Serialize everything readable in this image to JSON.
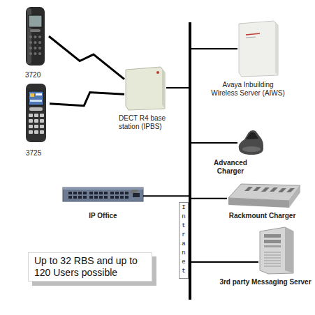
{
  "diagram": {
    "nodes": [
      {
        "text": [
          "3720"
        ]
      },
      {
        "text": [
          "Avaya Inbuilding Wireless Server (AIWS)"
        ]
      },
      {
        "text": [
          "DECT R4 base station (IPBS)"
        ]
      },
      {
        "text": [
          "3725"
        ]
      },
      {
        "text": [
          "Advanced Charger"
        ]
      },
      {
        "text": [
          "IP Office"
        ]
      },
      {
        "text": [
          "Rackmount Charger"
        ]
      },
      {
        "text": [
          "Intranet"
        ]
      },
      {
        "text": [
          "Up to 32 RBS and up to 120 Users possible"
        ]
      },
      {
        "text": [
          "3rd party Messaging Server"
        ]
      }
    ],
    "edges": [
      {
        "from": 0,
        "to": 2,
        "arrow": "none"
      },
      {
        "from": 3,
        "to": 2,
        "arrow": "none"
      },
      {
        "from": 2,
        "to": 7,
        "arrow": "none"
      },
      {
        "from": 1,
        "to": 7,
        "arrow": "none"
      },
      {
        "from": 4,
        "to": 7,
        "arrow": "none"
      },
      {
        "from": 5,
        "to": 7,
        "arrow": "none"
      },
      {
        "from": 6,
        "to": 7,
        "arrow": "none"
      },
      {
        "from": 9,
        "to": 7,
        "arrow": "none"
      }
    ]
  }
}
